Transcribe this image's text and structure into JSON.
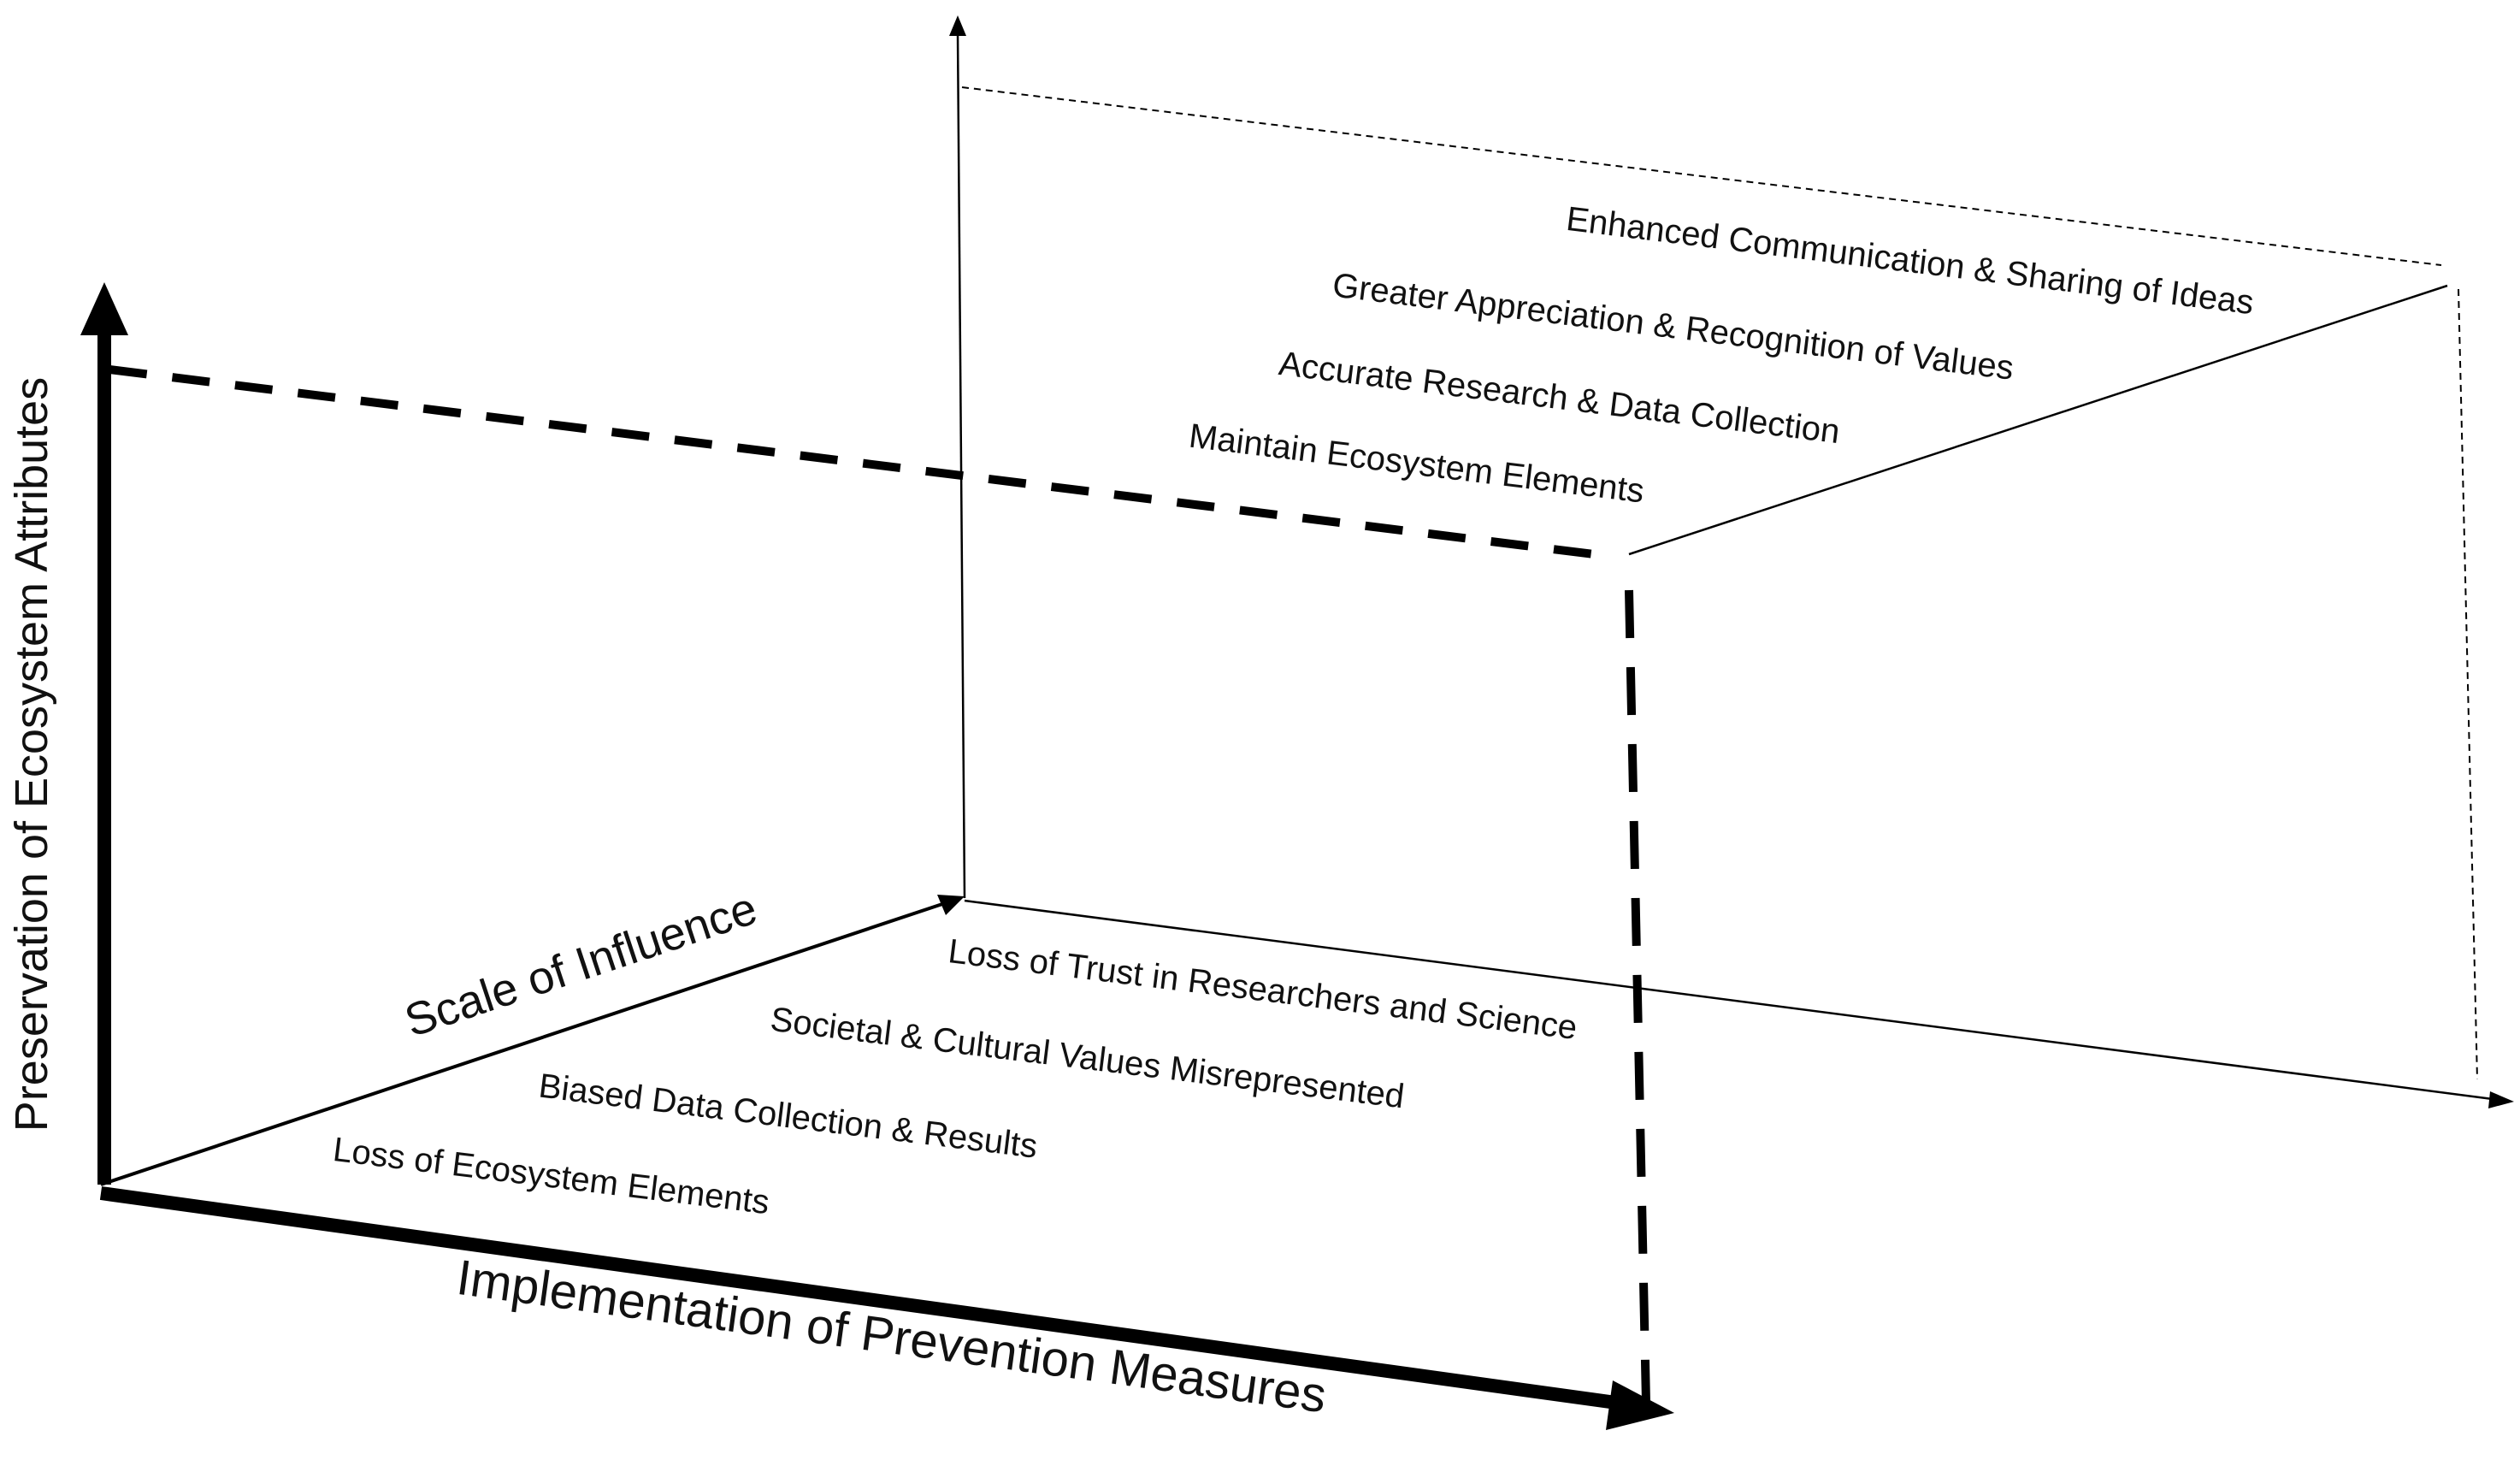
{
  "axes": {
    "vertical_label": "Preservation of Ecosystem Attributes",
    "horizontal_label": "Implementation of Prevention Measures",
    "depth_label": "Scale of Influence"
  },
  "positive_outcomes": [
    "Enhanced Communication & Sharing of Ideas",
    "Greater Appreciation & Recognition of Values",
    "Accurate Research & Data Collection",
    "Maintain Ecosystem Elements"
  ],
  "negative_outcomes": [
    "Loss of Trust in Researchers and Science",
    "Societal & Cultural Values Misrepresented",
    "Biased Data Collection & Results",
    "Loss of Ecosystem Elements"
  ],
  "colors": {
    "ink": "#000000",
    "background": "#ffffff"
  }
}
